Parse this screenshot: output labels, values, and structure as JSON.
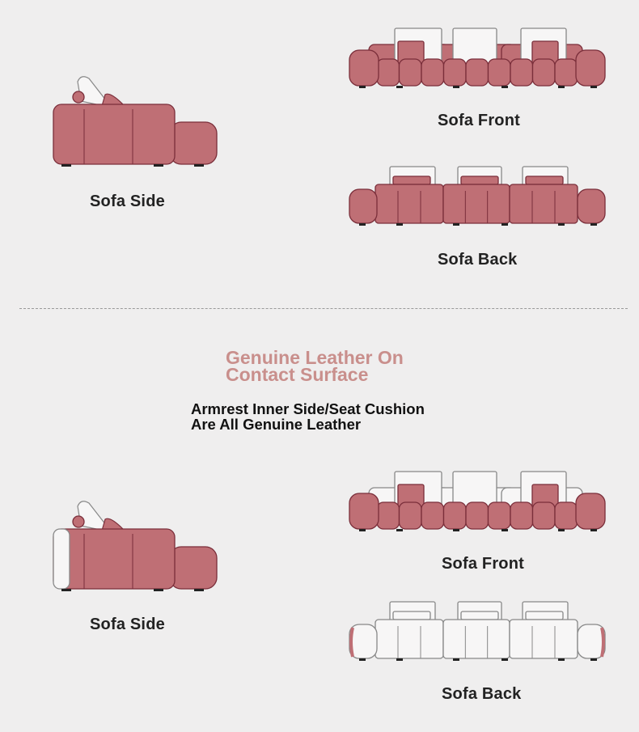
{
  "colors": {
    "leather": "#bf6f75",
    "outline": "#7a2e3a",
    "white": "#f7f6f6",
    "pillow_line": "#888888",
    "legs": "#222222"
  },
  "top": {
    "side_label": "Sofa Side",
    "front_label": "Sofa Front",
    "back_label": "Sofa Back"
  },
  "bottom": {
    "title_line1": "Genuine Leather On",
    "title_line2": "Contact Surface",
    "subtitle_line1": "Armrest Inner Side/Seat Cushion",
    "subtitle_line2": "Are All Genuine Leather",
    "side_label": "Sofa Side",
    "front_label": "Sofa Front",
    "back_label": "Sofa Back"
  }
}
